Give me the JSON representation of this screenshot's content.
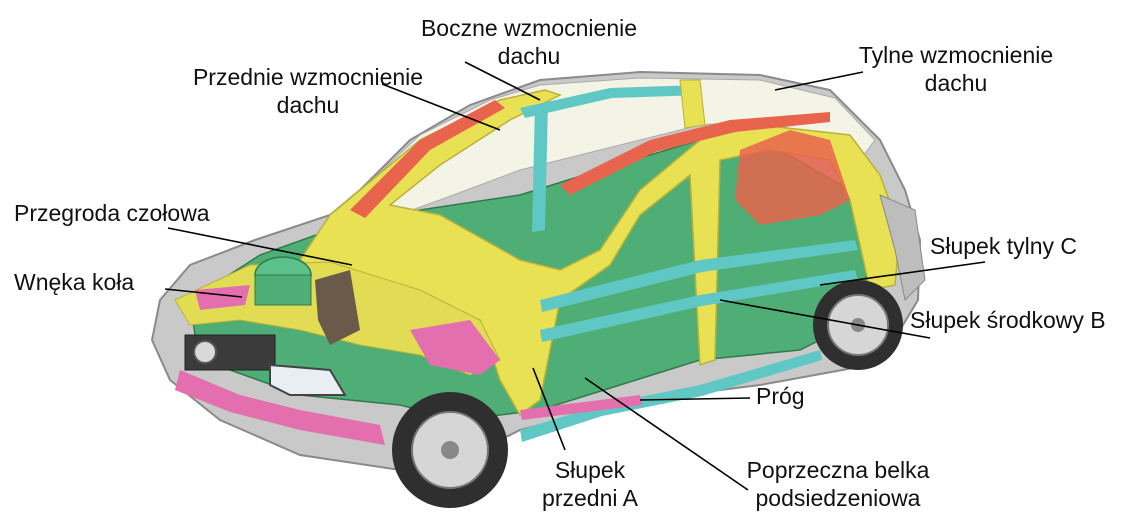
{
  "colors": {
    "body_yellow": "#e7e153",
    "frame_green": "#4fae75",
    "cyan_member": "#5fc8c4",
    "red_member": "#e8644c",
    "pink_member": "#e46fae",
    "shell_grey": "#c9c9c9",
    "tyre": "#3a3a3a",
    "leader_line": "#000000"
  },
  "labels": {
    "boczne": {
      "line1": "Boczne wzmocnienie",
      "line2": "dachu"
    },
    "tylne": {
      "line1": "Tylne wzmocnienie",
      "line2": "dachu"
    },
    "przednie": {
      "line1": "Przednie wzmocnienie",
      "line2": "dachu"
    },
    "przegroda": "Przegroda czołowa",
    "wneka": "Wnęka koła",
    "slupek_c": "Słupek tylny C",
    "slupek_b": "Słupek środkowy B",
    "prog": "Próg",
    "slupek_a": {
      "line1": "Słupek",
      "line2": "przedni A"
    },
    "belka": {
      "line1": "Poprzeczna belka",
      "line2": "podsiedzeniowa"
    }
  }
}
